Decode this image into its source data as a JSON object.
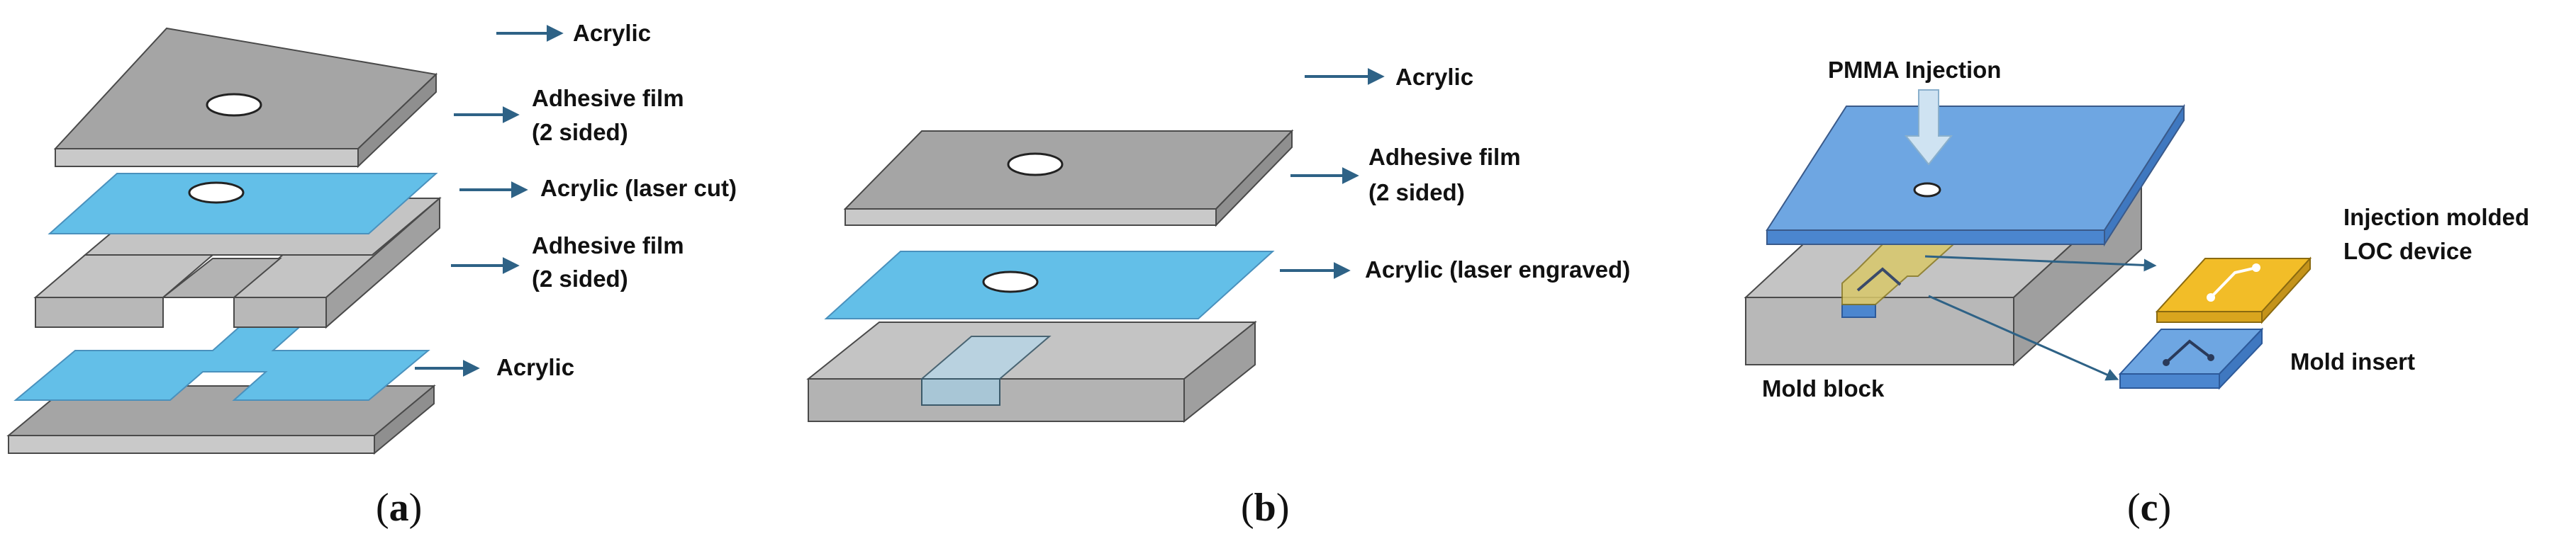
{
  "colors": {
    "acrylic_top": "#a5a5a5",
    "acrylic_side": "#8f8f8f",
    "acrylic_front": "#c9c9c9",
    "acrylic_light": "#c4c4c4",
    "film": "#63bfe8",
    "mold_top": "#6ea6e2",
    "mold_front": "#4b86cf",
    "loc_device": "#f2bd28",
    "arrow": "#2e6286",
    "outline": "#4a4a4a"
  },
  "panel_a": {
    "labels": {
      "acrylic_top": "Acrylic",
      "adhesive_1_line1": "Adhesive film",
      "adhesive_1_line2": "(2 sided)",
      "acrylic_laser_cut": "Acrylic (laser cut)",
      "adhesive_2_line1": "Adhesive film",
      "adhesive_2_line2": "(2 sided)",
      "acrylic_bottom": "Acrylic"
    },
    "caption": {
      "open": "(",
      "letter": "a",
      "close": ")"
    }
  },
  "panel_b": {
    "labels": {
      "acrylic_top": "Acrylic",
      "adhesive_line1": "Adhesive film",
      "adhesive_line2": "(2 sided)",
      "acrylic_engraved": "Acrylic (laser engraved)"
    },
    "caption": {
      "open": "(",
      "letter": "b",
      "close": ")"
    }
  },
  "panel_c": {
    "labels": {
      "injection": "PMMA Injection",
      "loc_line1": "Injection molded",
      "loc_line2": "LOC device",
      "mold_insert": "Mold insert",
      "mold_block": "Mold block"
    },
    "caption": {
      "open": "(",
      "letter": "c",
      "close": ")"
    }
  }
}
